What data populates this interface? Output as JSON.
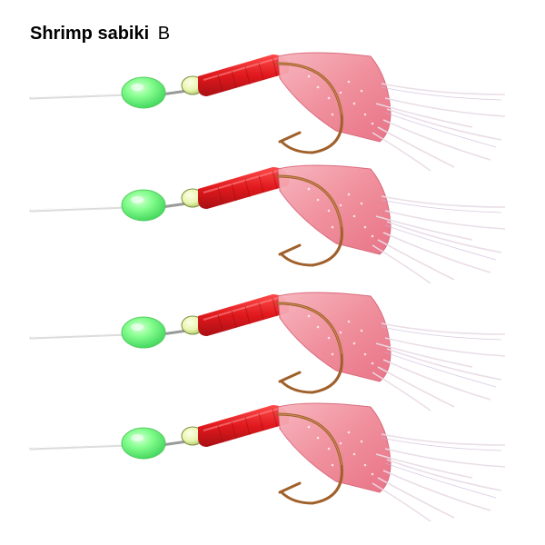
{
  "product": {
    "name": "Shrimp sabiki",
    "variant": "B"
  },
  "colors": {
    "body_red": "#e0191d",
    "skirt_pink": "#f08a98",
    "bead_green": "#7dff8a",
    "hook_bronze": "#a0602a",
    "line_white": "#f2f2f2"
  },
  "lures": [
    {
      "id": 1
    },
    {
      "id": 2
    },
    {
      "id": 3
    },
    {
      "id": 4
    }
  ]
}
